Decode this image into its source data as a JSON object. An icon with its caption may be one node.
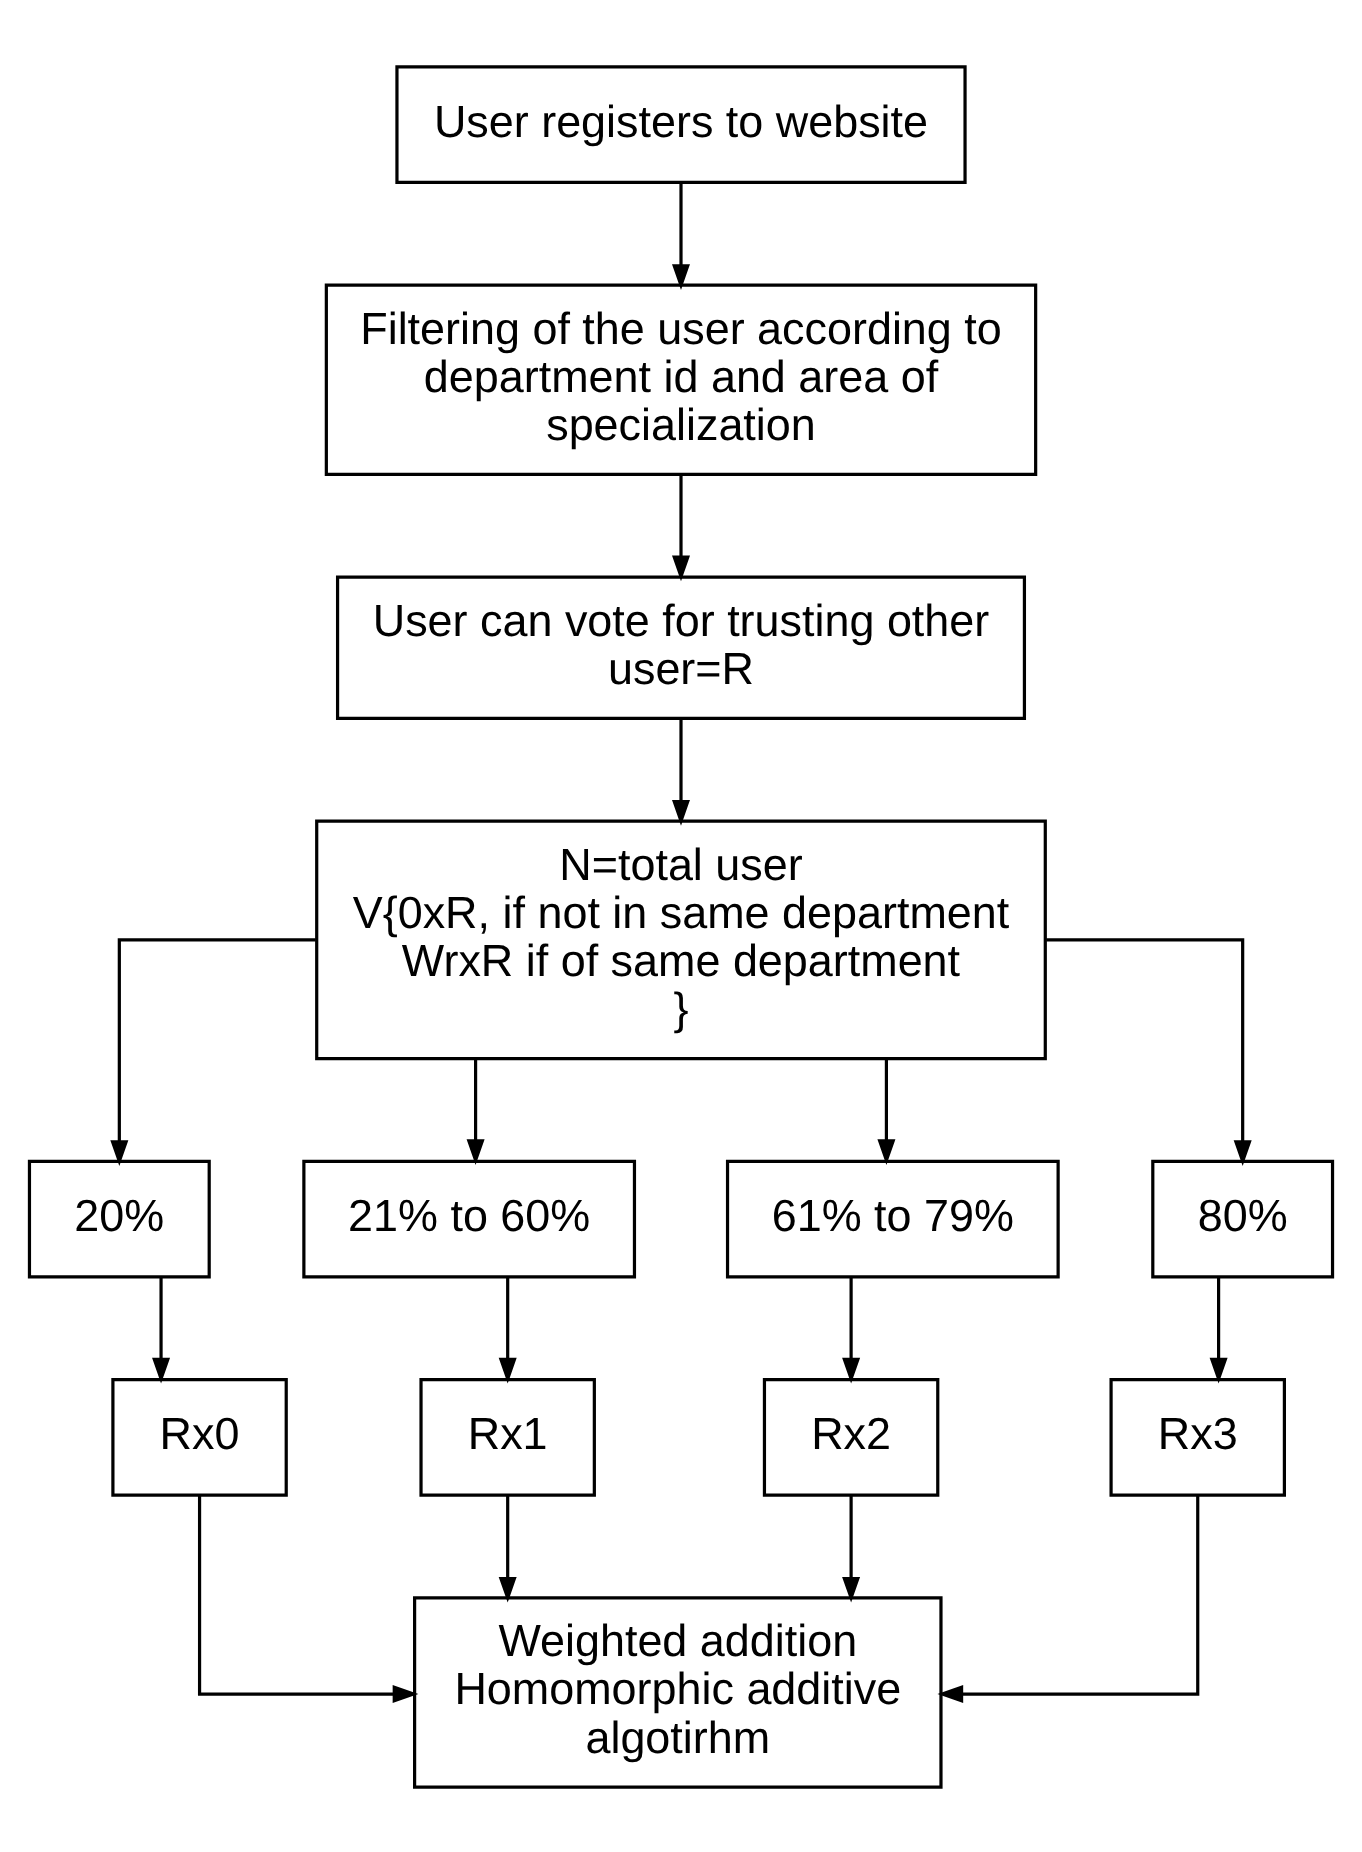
{
  "diagram": {
    "nodes": [
      {
        "text": [
          "User registers to website"
        ]
      },
      {
        "text": [
          "Filtering of the user according to department id and area of specialization"
        ]
      },
      {
        "text": [
          "User can vote for trusting other user=R"
        ]
      },
      {
        "text": [
          "N=total user",
          "V{0xR, if not in same department",
          "WrxR if of same department",
          "}"
        ]
      },
      {
        "text": [
          "20%"
        ]
      },
      {
        "text": [
          "21% to 60%"
        ]
      },
      {
        "text": [
          "61% to 79%"
        ]
      },
      {
        "text": [
          "80%"
        ]
      },
      {
        "text": [
          "Rx0"
        ]
      },
      {
        "text": [
          "Rx1"
        ]
      },
      {
        "text": [
          "Rx2"
        ]
      },
      {
        "text": [
          "Rx3"
        ]
      },
      {
        "text": [
          "Weighted addition Homomorphic additive algotirhm"
        ]
      }
    ],
    "edges": [
      {
        "from": 0,
        "to": 1,
        "arrow": "to"
      },
      {
        "from": 1,
        "to": 2,
        "arrow": "to"
      },
      {
        "from": 2,
        "to": 3,
        "arrow": "to"
      },
      {
        "from": 3,
        "to": 4,
        "arrow": "to"
      },
      {
        "from": 3,
        "to": 5,
        "arrow": "to"
      },
      {
        "from": 3,
        "to": 6,
        "arrow": "to"
      },
      {
        "from": 3,
        "to": 7,
        "arrow": "to"
      },
      {
        "from": 4,
        "to": 8,
        "arrow": "to"
      },
      {
        "from": 5,
        "to": 9,
        "arrow": "to"
      },
      {
        "from": 6,
        "to": 10,
        "arrow": "to"
      },
      {
        "from": 7,
        "to": 11,
        "arrow": "to"
      },
      {
        "from": 8,
        "to": 12,
        "arrow": "to"
      },
      {
        "from": 9,
        "to": 12,
        "arrow": "to"
      },
      {
        "from": 10,
        "to": 12,
        "arrow": "to"
      },
      {
        "from": 11,
        "to": 12,
        "arrow": "to"
      }
    ]
  }
}
